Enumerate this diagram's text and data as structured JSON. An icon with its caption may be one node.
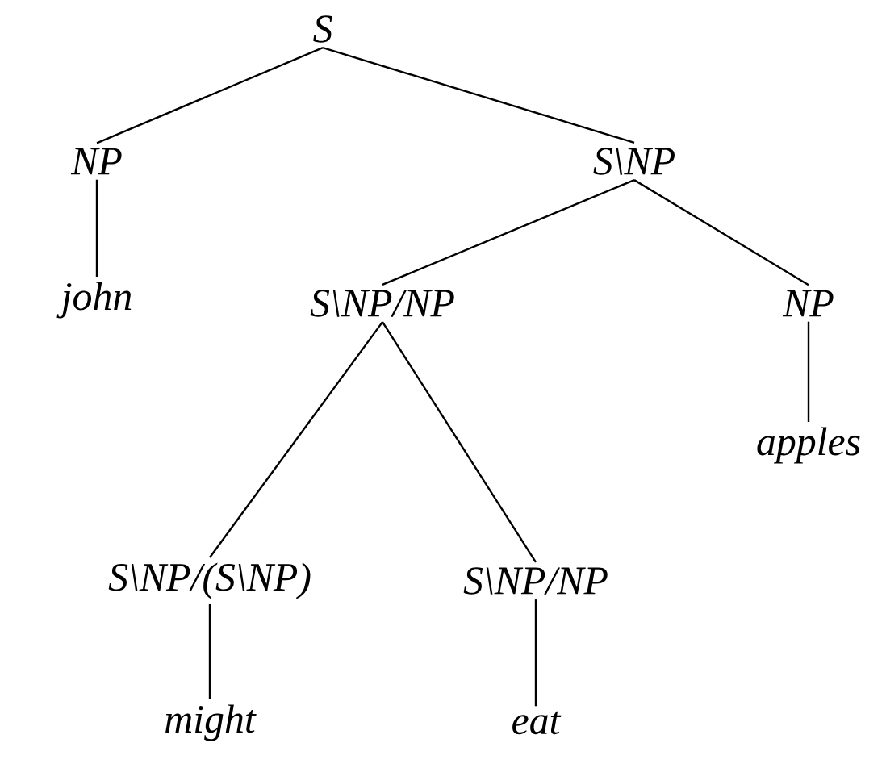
{
  "diagram": {
    "nodes": [
      {
        "text": [
          "S"
        ]
      },
      {
        "text": [
          "NP"
        ]
      },
      {
        "text": [
          "S\\NP"
        ]
      },
      {
        "text": [
          "john"
        ]
      },
      {
        "text": [
          "S\\NP/NP"
        ]
      },
      {
        "text": [
          "NP"
        ]
      },
      {
        "text": [
          "apples"
        ]
      },
      {
        "text": [
          "S\\NP/(S\\NP)"
        ]
      },
      {
        "text": [
          "S\\NP/NP"
        ]
      },
      {
        "text": [
          "might"
        ]
      },
      {
        "text": [
          "eat"
        ]
      }
    ],
    "edges": [
      {
        "from": 0,
        "to": 1,
        "arrow": "none"
      },
      {
        "from": 0,
        "to": 2,
        "arrow": "none"
      },
      {
        "from": 1,
        "to": 3,
        "arrow": "none"
      },
      {
        "from": 2,
        "to": 4,
        "arrow": "none"
      },
      {
        "from": 2,
        "to": 5,
        "arrow": "none"
      },
      {
        "from": 5,
        "to": 6,
        "arrow": "none"
      },
      {
        "from": 4,
        "to": 7,
        "arrow": "none"
      },
      {
        "from": 4,
        "to": 8,
        "arrow": "none"
      },
      {
        "from": 7,
        "to": 9,
        "arrow": "none"
      },
      {
        "from": 8,
        "to": 10,
        "arrow": "none"
      }
    ]
  }
}
